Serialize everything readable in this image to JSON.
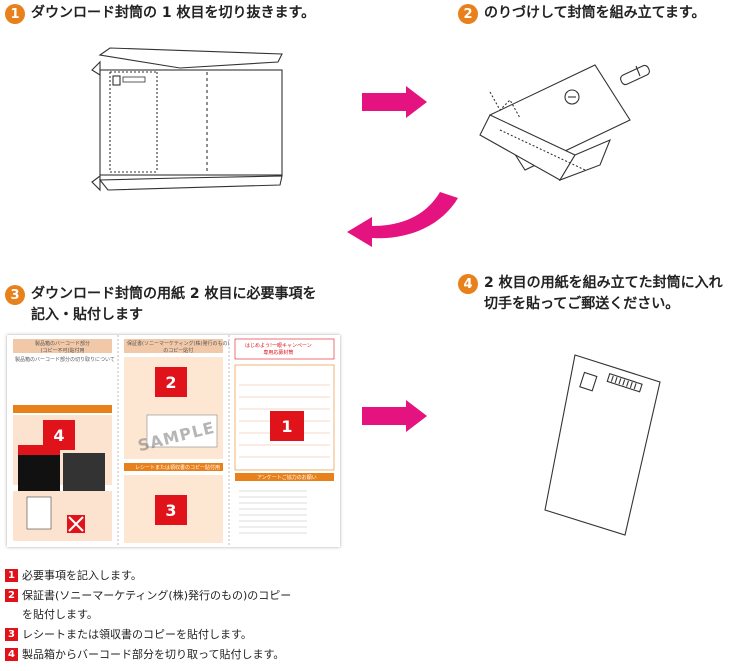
{
  "steps": [
    {
      "num": "1",
      "text": "ダウンロード封筒の 1 枚目を切り抜きます。"
    },
    {
      "num": "2",
      "text": "のりづけして封筒を組み立てます。"
    },
    {
      "num": "3",
      "text": "ダウンロード封筒の用紙 2 枚目に必要事項を\n記入・貼付します"
    },
    {
      "num": "4",
      "text": "2 枚目の用紙を組み立てた封筒に入れ\n切手を貼ってご郵送ください。"
    }
  ],
  "sheet": {
    "panel_left_title": "製品箱のバーコード部分\n(コピー不可)貼付用",
    "panel_left_sub": "製品箱のバーコード部分の切り取りについて",
    "panel_mid_title": "保証書(ソニーマーケティング(株)発行のもの)\nのコピー貼付",
    "panel_mid_title2": "レシートまたは領収書のコピー貼付用",
    "panel_right_title": "はじめよう!一眼キャンペーン\n専用応募封筒",
    "panel_right_sub": "アンケートご協力のお願い",
    "sample_text": "SAMPLE",
    "box1": "1",
    "box2": "2",
    "box3": "3",
    "box4": "4"
  },
  "legend": [
    {
      "num": "1",
      "text": "必要事項を記入します。"
    },
    {
      "num": "2",
      "text": "保証書(ソニーマーケティング(株)発行のもの)のコピー\nを貼付します。"
    },
    {
      "num": "3",
      "text": "レシートまたは領収書のコピーを貼付します。"
    },
    {
      "num": "4",
      "text": "製品箱からバーコード部分を切り取って貼付します。"
    }
  ],
  "colors": {
    "step_badge": "#e8811c",
    "arrow": "#e5137f",
    "legend_badge": "#e0121a"
  }
}
